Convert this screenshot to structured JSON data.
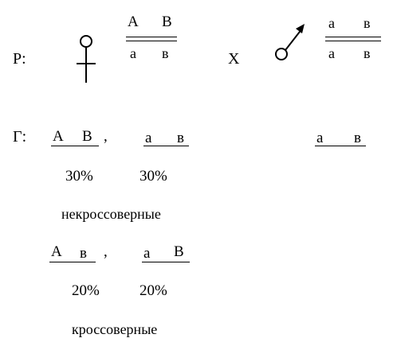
{
  "parents": {
    "label": "P:",
    "female": {
      "symbol_icon": "female-symbol-icon",
      "top_left": "A",
      "top_right": "B",
      "bottom_left": "a",
      "bottom_right": "в"
    },
    "cross": "X",
    "male": {
      "symbol_icon": "male-symbol-icon",
      "top_left": "a",
      "top_right": "в",
      "bottom_left": "a",
      "bottom_right": "в"
    }
  },
  "gametes": {
    "label": "Г:",
    "female_noncrossover": [
      {
        "left": "A",
        "right": "B",
        "suffix": ",",
        "percent": "30%"
      },
      {
        "left": "a",
        "right": "в",
        "suffix": "",
        "percent": "30%"
      }
    ],
    "noncrossover_label": "некроссоверные",
    "female_crossover": [
      {
        "left": "A",
        "right": "в",
        "suffix": ",",
        "percent": "20%"
      },
      {
        "left": "a",
        "right": "B",
        "suffix": "",
        "percent": "20%"
      }
    ],
    "crossover_label": "кроссоверные",
    "male": {
      "left": "a",
      "right": "в"
    }
  }
}
